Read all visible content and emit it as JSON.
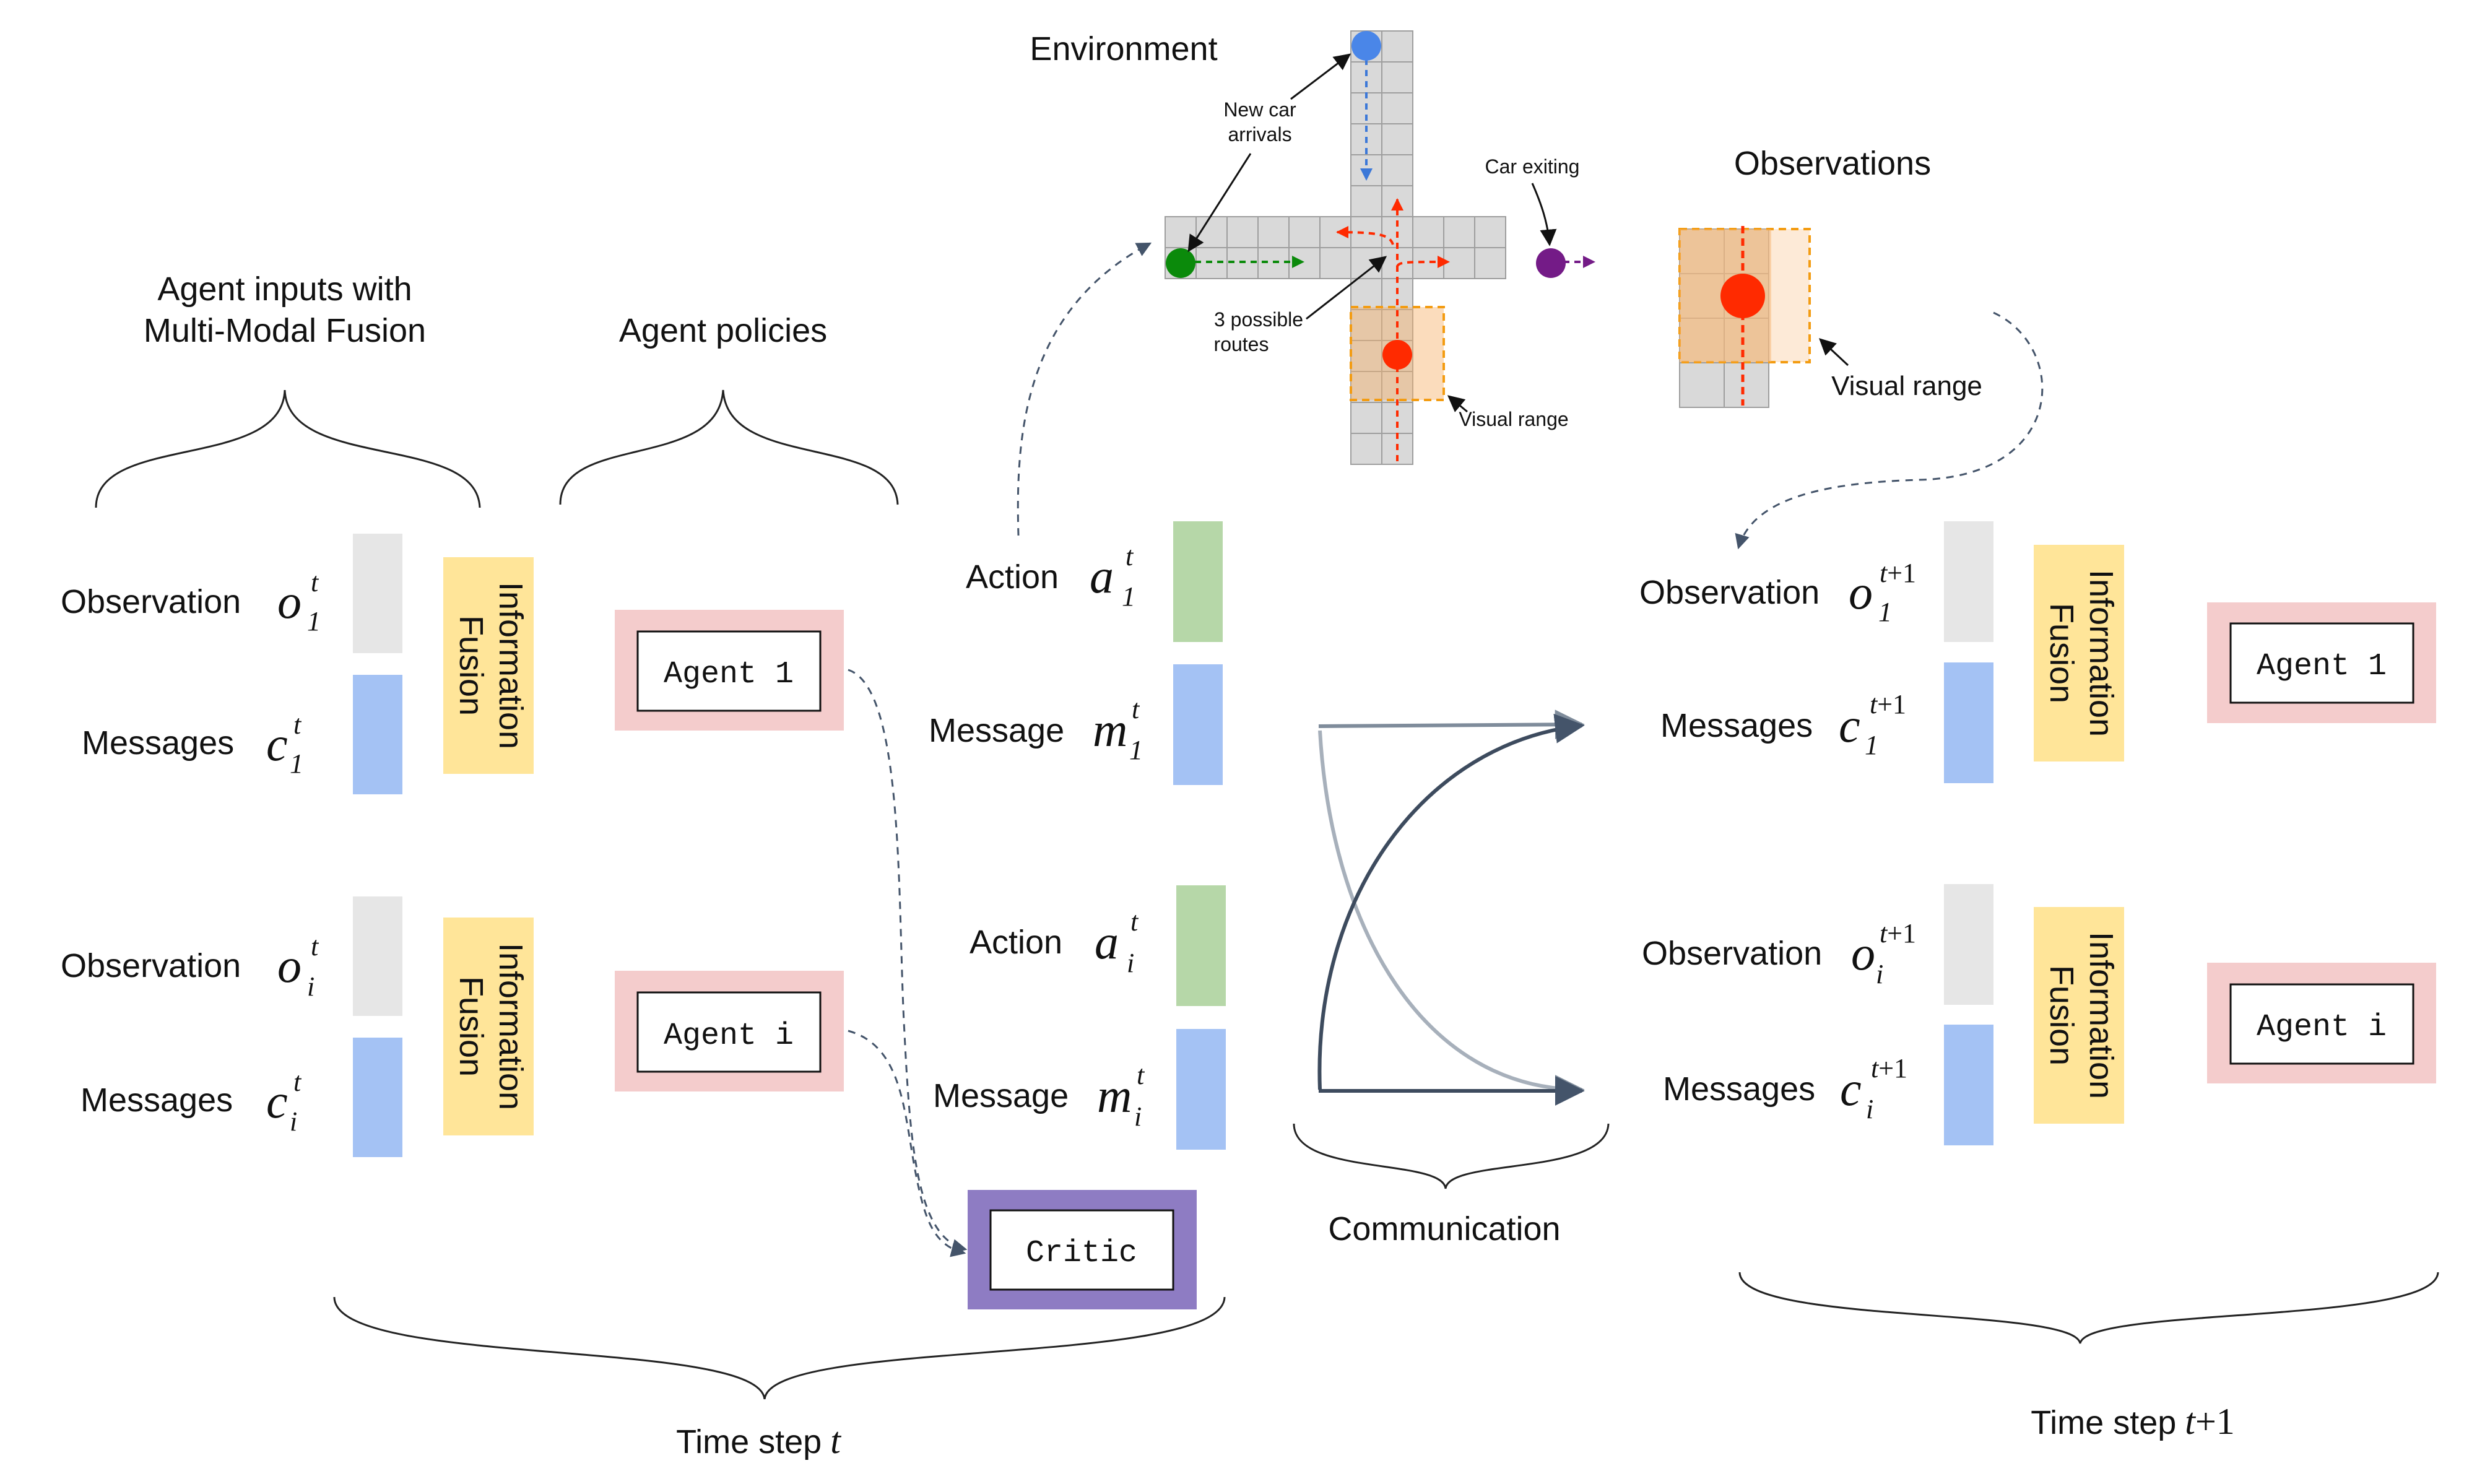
{
  "headers": {
    "agent_inputs_line1": "Agent inputs with",
    "agent_inputs_line2": "Multi-Modal Fusion",
    "agent_policies": "Agent policies",
    "environment": "Environment",
    "observations": "Observations",
    "communication": "Communication",
    "time_step_t": "Time step",
    "time_step_t1": "Time step"
  },
  "math": {
    "t": "t",
    "t_plus_1": "t",
    "plus_one": "+1",
    "sub_1": "1",
    "sub_i": "i",
    "o": "o",
    "c": "c",
    "a": "a",
    "m": "m"
  },
  "inputs": {
    "observation": "Observation",
    "messages": "Messages",
    "fusion_line1": "Information",
    "fusion_line2": "Fusion"
  },
  "outputs": {
    "action": "Action",
    "message": "Message"
  },
  "agents": {
    "agent_1": "Agent 1",
    "agent_i": "Agent i",
    "critic": "Critic"
  },
  "env_annotations": {
    "new_car_line1": "New car",
    "new_car_line2": "arrivals",
    "car_exiting": "Car exiting",
    "routes_line1": "3 possible",
    "routes_line2": "routes",
    "visual_range": "Visual range",
    "obs_visual_range": "Visual range"
  },
  "colors": {
    "observation_block": "#e6e6e6",
    "message_block": "#a4c2f4",
    "action_block": "#b6d7a8",
    "fusion_block": "#ffe599",
    "agent_frame": "#f4cccc",
    "critic_frame": "#8e7cc3",
    "grid_cell": "#d9d9d9",
    "orange_range": "#f6b26b",
    "car_red": "#ff2a00",
    "car_blue": "#3c78d8",
    "car_green": "#0b8a0b",
    "car_purple": "#741b87"
  }
}
